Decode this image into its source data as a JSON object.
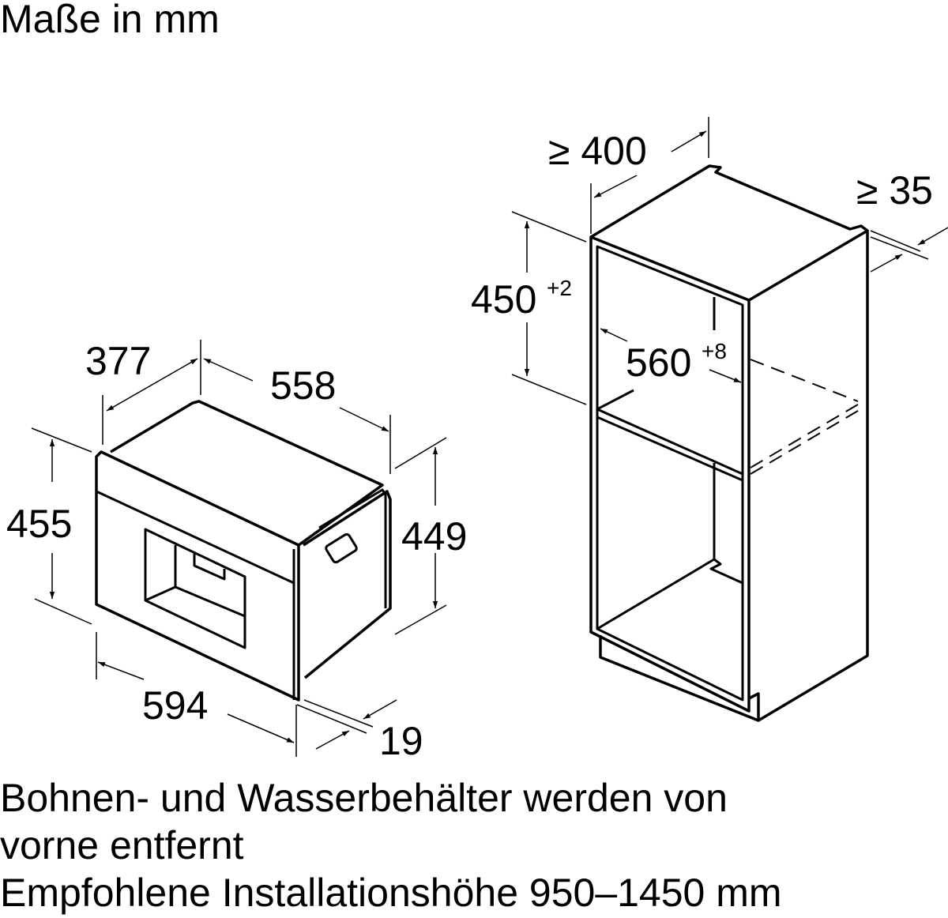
{
  "title": "Maße in mm",
  "appliance": {
    "width": "594",
    "height_front": "455",
    "height_body": "449",
    "depth_total": "558",
    "depth_front": "377",
    "front_thickness": "19"
  },
  "niche": {
    "min_width": "≥ 400",
    "min_rear_gap": "≥ 35",
    "height": "450",
    "height_tolerance": "+2",
    "depth": "560",
    "depth_tolerance": "+8"
  },
  "notes": [
    "Bohnen- und Wasserbehälter werden von",
    "vorne entfernt",
    "Empfohlene Installationshöhe 950–1450 mm"
  ]
}
